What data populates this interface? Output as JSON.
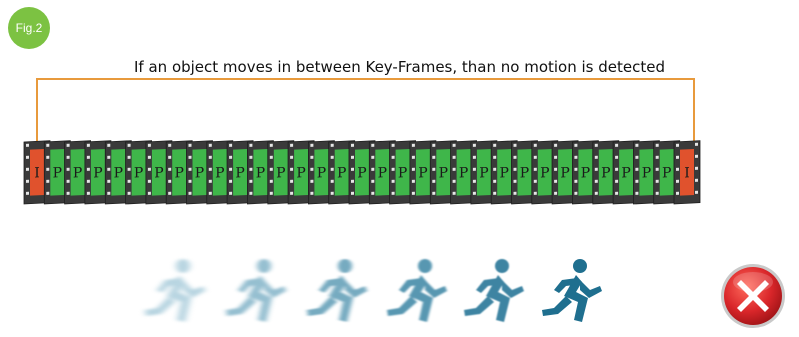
{
  "figure": {
    "badge": "Fig.2",
    "caption": "If an object moves in between Key-Frames, than no motion is detected"
  },
  "frames": [
    {
      "label": "I",
      "kind": "key"
    },
    {
      "label": "P",
      "kind": "predicted"
    },
    {
      "label": "P",
      "kind": "predicted"
    },
    {
      "label": "P",
      "kind": "predicted"
    },
    {
      "label": "P",
      "kind": "predicted"
    },
    {
      "label": "P",
      "kind": "predicted"
    },
    {
      "label": "P",
      "kind": "predicted"
    },
    {
      "label": "P",
      "kind": "predicted"
    },
    {
      "label": "P",
      "kind": "predicted"
    },
    {
      "label": "P",
      "kind": "predicted"
    },
    {
      "label": "P",
      "kind": "predicted"
    },
    {
      "label": "P",
      "kind": "predicted"
    },
    {
      "label": "P",
      "kind": "predicted"
    },
    {
      "label": "P",
      "kind": "predicted"
    },
    {
      "label": "P",
      "kind": "predicted"
    },
    {
      "label": "P",
      "kind": "predicted"
    },
    {
      "label": "P",
      "kind": "predicted"
    },
    {
      "label": "P",
      "kind": "predicted"
    },
    {
      "label": "P",
      "kind": "predicted"
    },
    {
      "label": "P",
      "kind": "predicted"
    },
    {
      "label": "P",
      "kind": "predicted"
    },
    {
      "label": "P",
      "kind": "predicted"
    },
    {
      "label": "P",
      "kind": "predicted"
    },
    {
      "label": "P",
      "kind": "predicted"
    },
    {
      "label": "P",
      "kind": "predicted"
    },
    {
      "label": "P",
      "kind": "predicted"
    },
    {
      "label": "P",
      "kind": "predicted"
    },
    {
      "label": "P",
      "kind": "predicted"
    },
    {
      "label": "P",
      "kind": "predicted"
    },
    {
      "label": "P",
      "kind": "predicted"
    },
    {
      "label": "P",
      "kind": "predicted"
    },
    {
      "label": "P",
      "kind": "predicted"
    },
    {
      "label": "I",
      "kind": "key"
    }
  ],
  "colors": {
    "badge": "#7cc242",
    "bracket": "#e89a3c",
    "key_frame": "#e0522d",
    "predicted_frame": "#3fb64a",
    "film_strip": "#3a3a3a",
    "runner": "#1f6f8f",
    "no_detection": "#d9262a"
  },
  "icons": {
    "runner": "running-person-icon",
    "status": "red-x-icon"
  }
}
